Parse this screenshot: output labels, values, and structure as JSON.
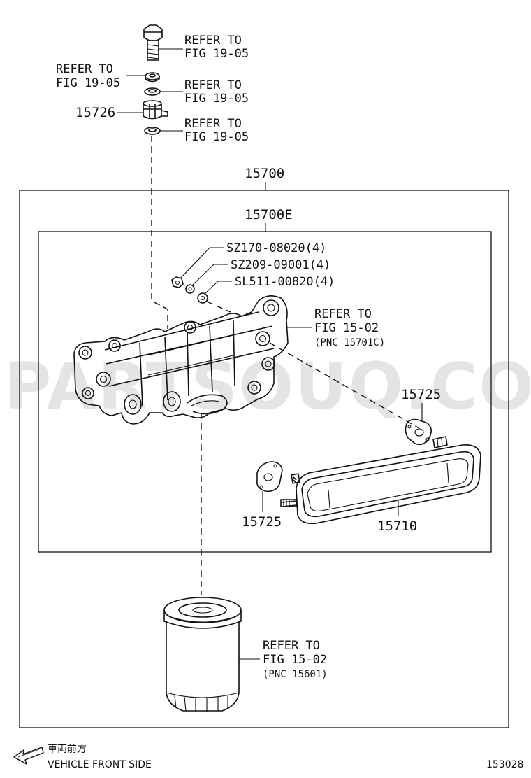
{
  "watermark": "PARTSOUQ.COM",
  "labels": {
    "refer_bolt": [
      "REFER TO",
      "FIG 19-05"
    ],
    "refer_left_washer": [
      "REFER TO",
      "FIG 19-05"
    ],
    "refer_washer2": [
      "REFER TO",
      "FIG 19-05"
    ],
    "refer_bottom_washer": [
      "REFER TO",
      "FIG 19-05"
    ],
    "union": "15726",
    "assembly": "15700",
    "sub_assembly": "15700E",
    "nut": "SZ170-08020(4)",
    "washer_a": "SZ209-09001(4)",
    "washer_b": "SL511-00820(4)",
    "refer_housing": [
      "REFER TO",
      "FIG 15-02",
      "(PNC 15701C)"
    ],
    "gasket_right": "15725",
    "gasket_left": "15725",
    "cooler": "15710",
    "refer_filter": [
      "REFER TO",
      "FIG 15-02",
      "(PNC 15601)"
    ]
  },
  "footer": {
    "direction_jp": "車両前方",
    "direction_en": "VEHICLE FRONT SIDE",
    "figure_number": "153028"
  }
}
